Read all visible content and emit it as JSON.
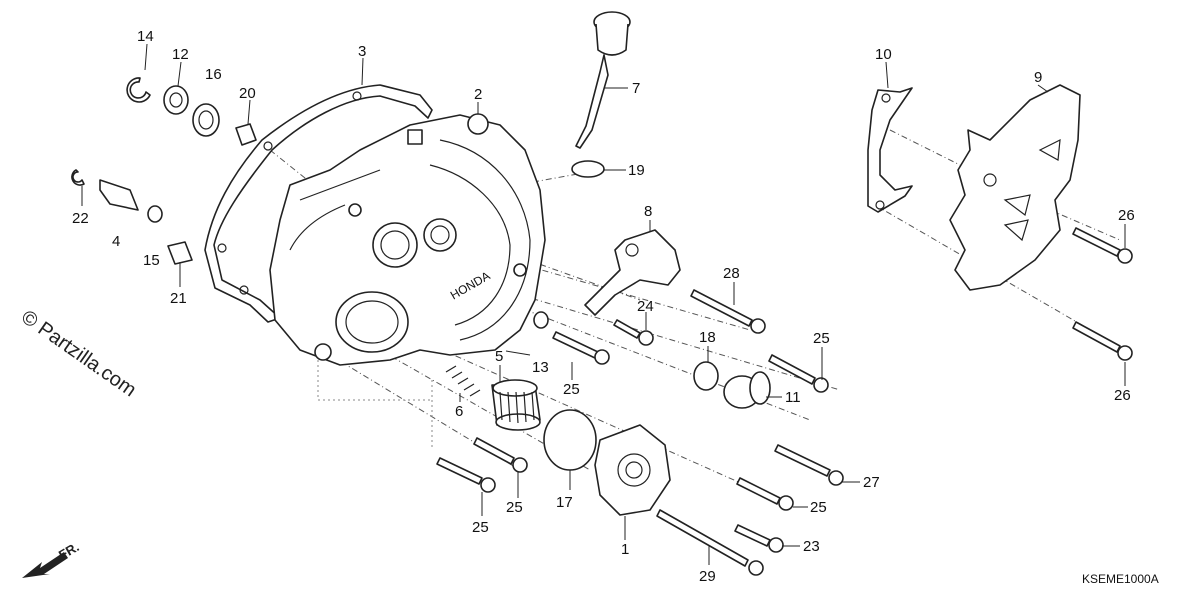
{
  "watermark": "© Partzilla.com",
  "diagram_code": "KSEME1000A",
  "front_marker": "FR.",
  "callouts": {
    "c1": "1",
    "c2": "2",
    "c3": "3",
    "c4": "4",
    "c5": "5",
    "c6": "6",
    "c7": "7",
    "c8": "8",
    "c9": "9",
    "c10": "10",
    "c11": "11",
    "c12": "12",
    "c13": "13",
    "c14": "14",
    "c15": "15",
    "c16": "16",
    "c17": "17",
    "c18": "18",
    "c19": "19",
    "c20": "20",
    "c21": "21",
    "c22": "22",
    "c23": "23",
    "c24": "24",
    "c25a": "25",
    "c25b": "25",
    "c25c": "25",
    "c25d": "25",
    "c25e": "25",
    "c26a": "26",
    "c26b": "26",
    "c27": "27",
    "c28": "28",
    "c29": "29"
  }
}
